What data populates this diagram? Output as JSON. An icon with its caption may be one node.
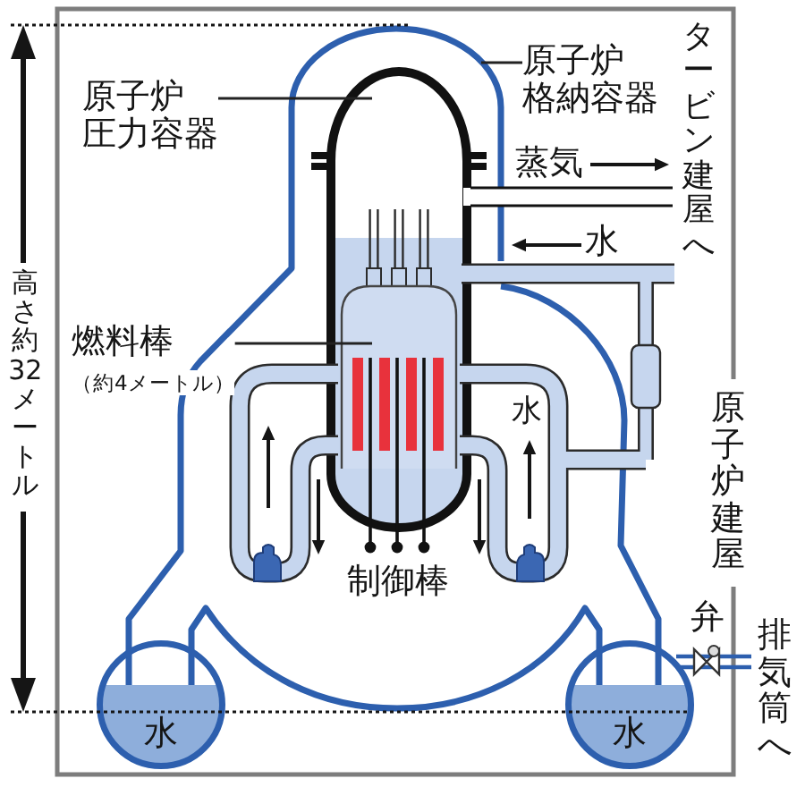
{
  "diagram": {
    "nodes": [
      {
        "text": [
          "原子炉圧力容器"
        ]
      },
      {
        "text": [
          "原子炉格納容器"
        ]
      },
      {
        "text": [
          "燃料棒（約4メートル）"
        ]
      },
      {
        "text": [
          "水"
        ]
      },
      {
        "text": [
          "水"
        ]
      }
    ],
    "edges": [
      {
        "from": 0,
        "to": null,
        "arrow": "none"
      },
      {
        "from": 1,
        "to": null,
        "arrow": "none"
      },
      {
        "from": 2,
        "to": null,
        "arrow": "none"
      }
    ],
    "labels": [
      "タービン建屋へ",
      "蒸気",
      "水",
      "高さ約32メートル",
      "水",
      "制御棒",
      "原子炉建屋",
      "弁",
      "排気筒へ"
    ]
  }
}
